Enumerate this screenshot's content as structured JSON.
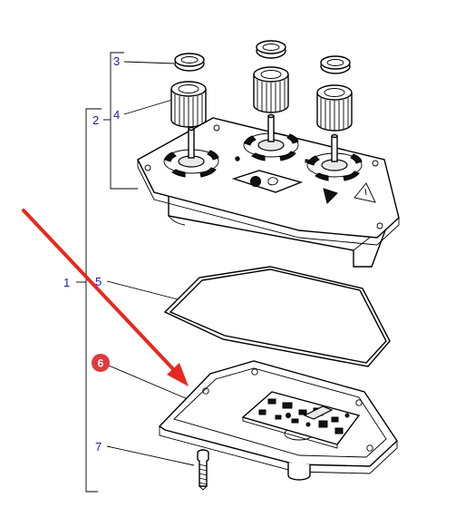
{
  "callouts": {
    "c1": "1",
    "c2": "2",
    "c3": "3",
    "c4": "4",
    "c5": "5",
    "c6": "6",
    "c7": "7"
  },
  "colors": {
    "callout_text": "#1a1ab8",
    "highlight_badge": "#e0393e",
    "arrow": "#e8281f",
    "line_art": "#000000"
  },
  "highlighted_part": "6"
}
